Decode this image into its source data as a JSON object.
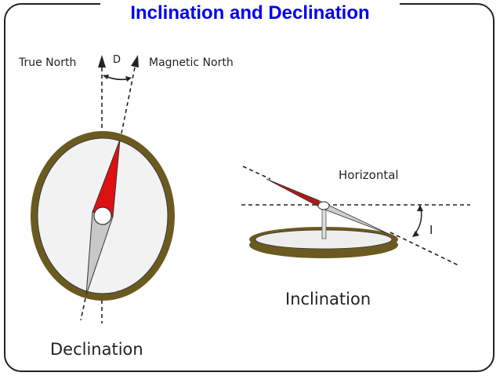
{
  "slide": {
    "title": "Inclination and Declination"
  },
  "declination_diagram": {
    "true_north_label": "True North",
    "magnetic_north_label": "Magnetic North",
    "angle_label": "D",
    "caption": "Declination"
  },
  "inclination_diagram": {
    "horizontal_label": "Horizontal",
    "angle_label": "I",
    "caption": "Inclination"
  },
  "colors": {
    "title": "#0000ee",
    "compass_ring": "#6b5a20",
    "compass_face": "#f2f2f2",
    "needle_north": "#e01010",
    "needle_south": "#c8c8c8"
  }
}
